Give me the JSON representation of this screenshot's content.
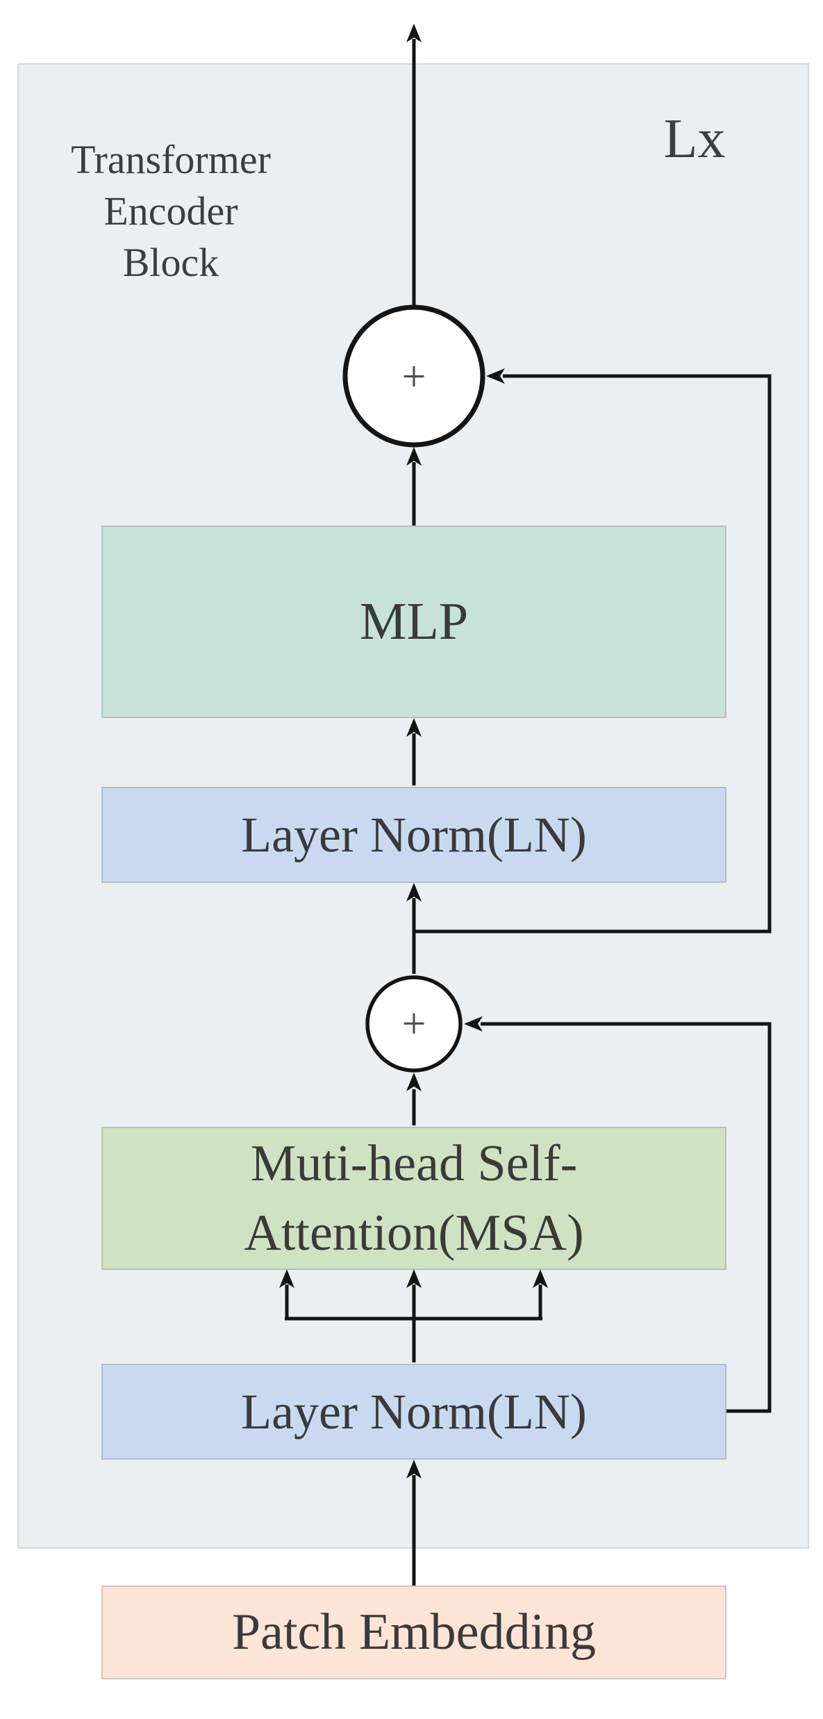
{
  "diagram": {
    "container_title_lines": [
      "Transformer",
      "Encoder",
      "Block"
    ],
    "repeat_label": "Lx",
    "plus_symbol": "+",
    "blocks": {
      "mlp": {
        "label": "MLP"
      },
      "layer_norm_top": {
        "label": "Layer Norm(LN)"
      },
      "msa": {
        "label_lines": [
          "Muti-head Self-",
          "Attention(MSA)"
        ]
      },
      "layer_norm_bottom": {
        "label": "Layer Norm(LN)"
      },
      "patch_embedding": {
        "label": "Patch Embedding"
      }
    },
    "colors": {
      "container_bg": "#eceff1",
      "mlp_bg": "#c7e3d9",
      "layer_norm_bg": "#c9daf0",
      "msa_bg": "#cfe3c3",
      "patch_embedding_bg": "#fce4d6",
      "line": "#141414",
      "plus": "#4f4f4f",
      "text": "#3a3a3a"
    }
  }
}
